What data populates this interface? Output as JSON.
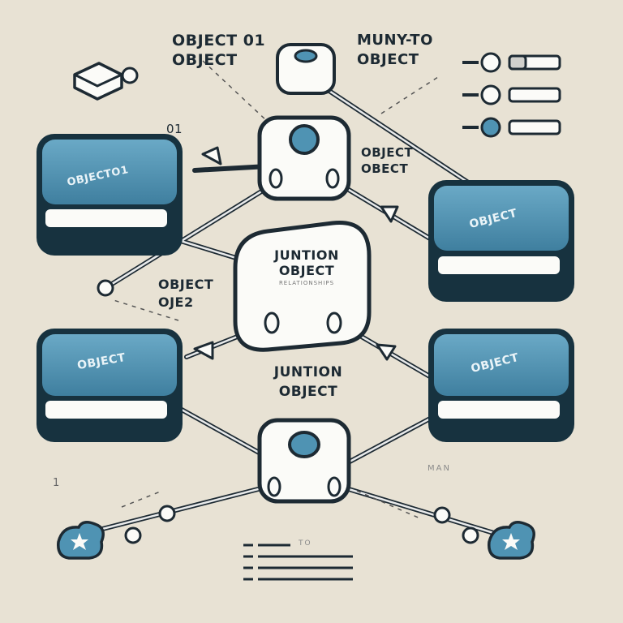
{
  "labels": {
    "top_left_line1": "OBJECT 01",
    "top_left_line2": "OBJECT",
    "top_right": "MUNY-TO\nOBJECT",
    "left_mid_num": "01",
    "right_mid": "OBJECT\nOBECT",
    "left_lower": "OBJECT\nOJE2",
    "center_lower": "JUNTION\nOBJECT",
    "far_left_num": "1",
    "right_faint": "MAN",
    "bottom_center": "TO"
  },
  "nodes": {
    "box_top_left": "OBJECTO1",
    "box_right_upper": "OBJECT",
    "box_left_lower": "OBJECT",
    "box_right_lower": "OBJECT",
    "junction_title": "JUNTION\nOBJECT",
    "junction_subtitle": "RELATIONSHIPS"
  },
  "colors": {
    "background": "#e8e2d4",
    "box_blue": "#4f93b3",
    "box_dark": "#17323f",
    "node_white": "#fbfbf8",
    "line": "#1d2a33"
  },
  "icons": [
    "star-icon",
    "star-icon"
  ]
}
